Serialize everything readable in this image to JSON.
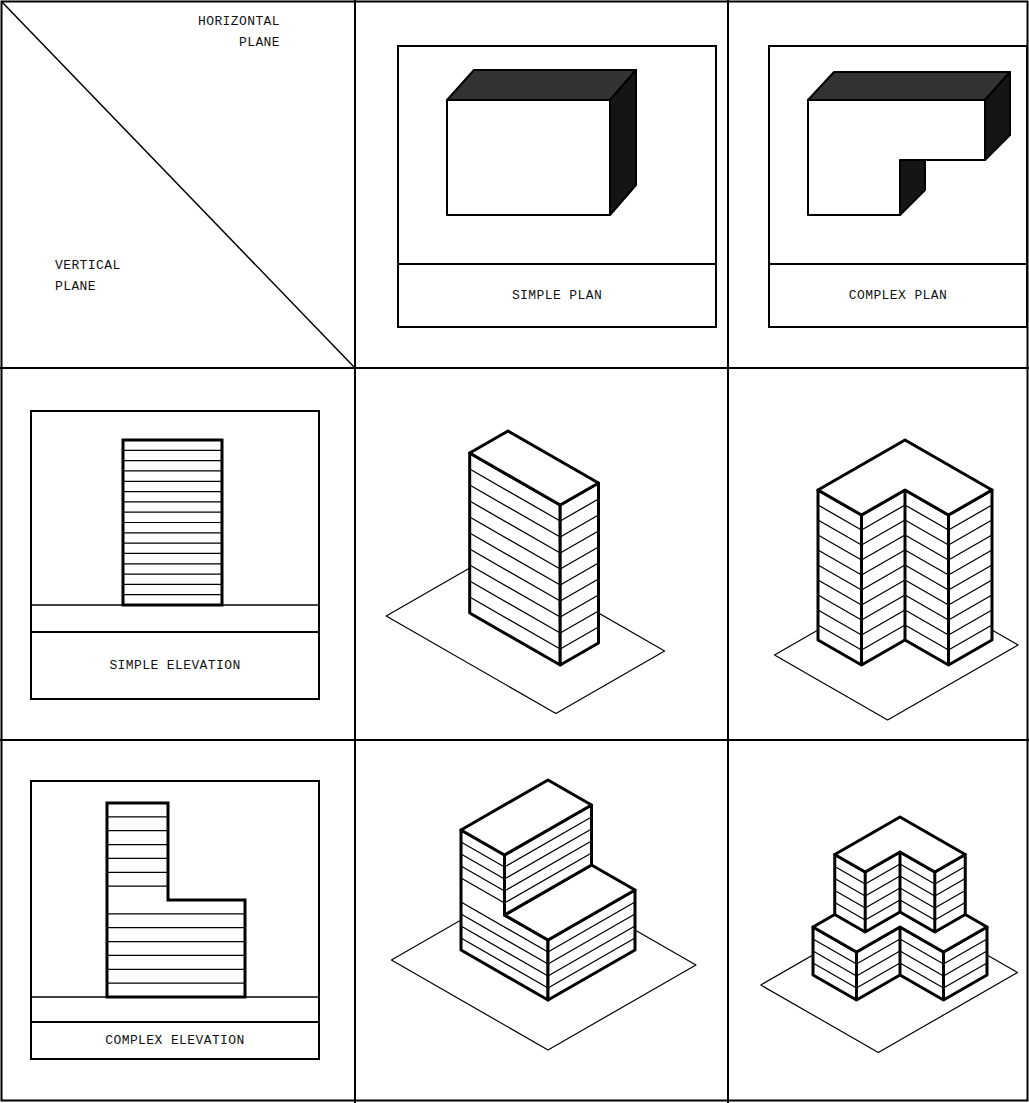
{
  "diagram": {
    "nodes": [
      {
        "text": [
          "SIMPLE PLAN"
        ]
      },
      {
        "text": [
          "COMPLEX PLAN"
        ]
      },
      {
        "text": [
          "SIMPLE ELEVATION"
        ]
      },
      {
        "text": [
          "COMPLEX ELEVATION"
        ]
      }
    ],
    "labels": [
      "HORIZONTAL PLANE",
      "VERTICAL PLANE"
    ]
  }
}
